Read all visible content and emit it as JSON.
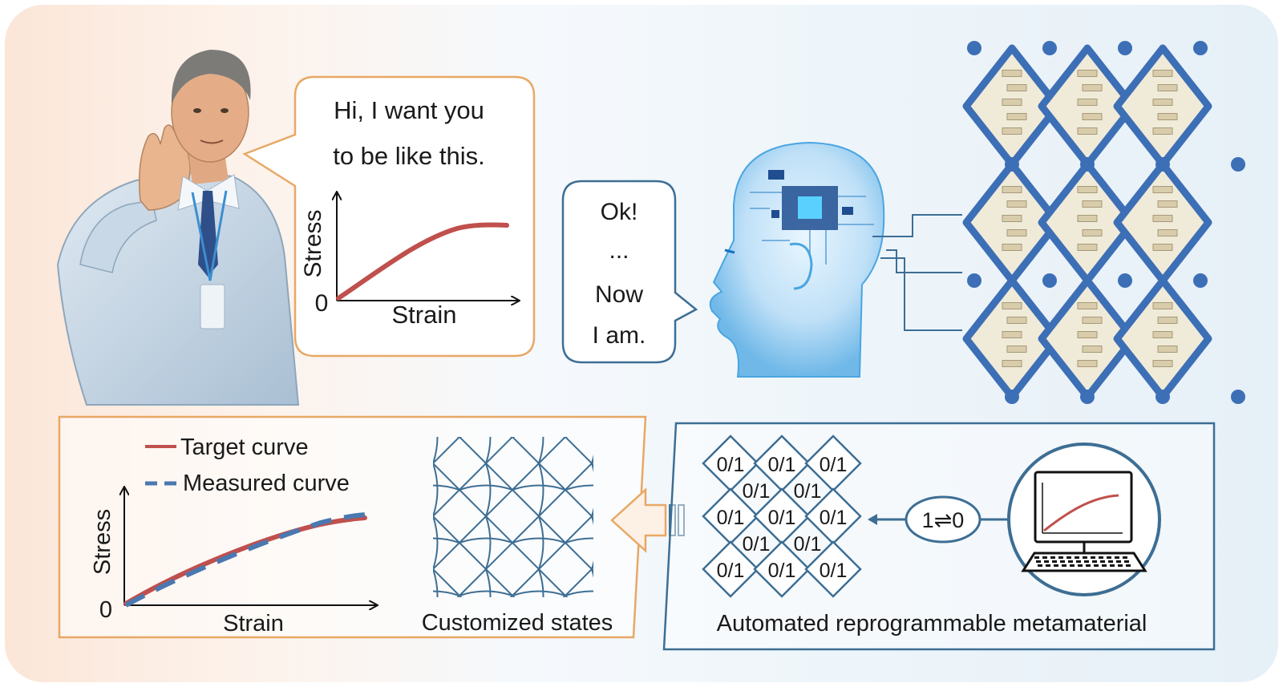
{
  "speech_human": {
    "line1": "Hi, I want you",
    "line2": "to be like this."
  },
  "speech_ai": {
    "line1": "Ok!",
    "line2": "...",
    "line3": "Now",
    "line4": "I am."
  },
  "top_chart": {
    "ylabel": "Stress",
    "xlabel": "Strain",
    "origin": "0"
  },
  "bottom_chart": {
    "legend_target": "Target curve",
    "legend_measured": "Measured curve",
    "ylabel": "Stress",
    "xlabel": "Strain",
    "origin": "0"
  },
  "labels": {
    "customized_states": "Customized states",
    "automated": "Automated reprogrammable metamaterial",
    "toggle": "1⇌0"
  },
  "binary_cells": {
    "row1": [
      "0/1",
      "0/1",
      "0/1"
    ],
    "row2": [
      "0/1",
      "0/1"
    ],
    "row3": [
      "0/1",
      "0/1",
      "0/1"
    ],
    "row4": [
      "0/1",
      "0/1"
    ],
    "row5": [
      "0/1",
      "0/1",
      "0/1"
    ]
  },
  "colors": {
    "orange": "#e8a865",
    "blue": "#3d6e94",
    "red_curve": "#c0504d",
    "blue_dash": "#4a78b0",
    "lattice": "#3c6fb6"
  }
}
